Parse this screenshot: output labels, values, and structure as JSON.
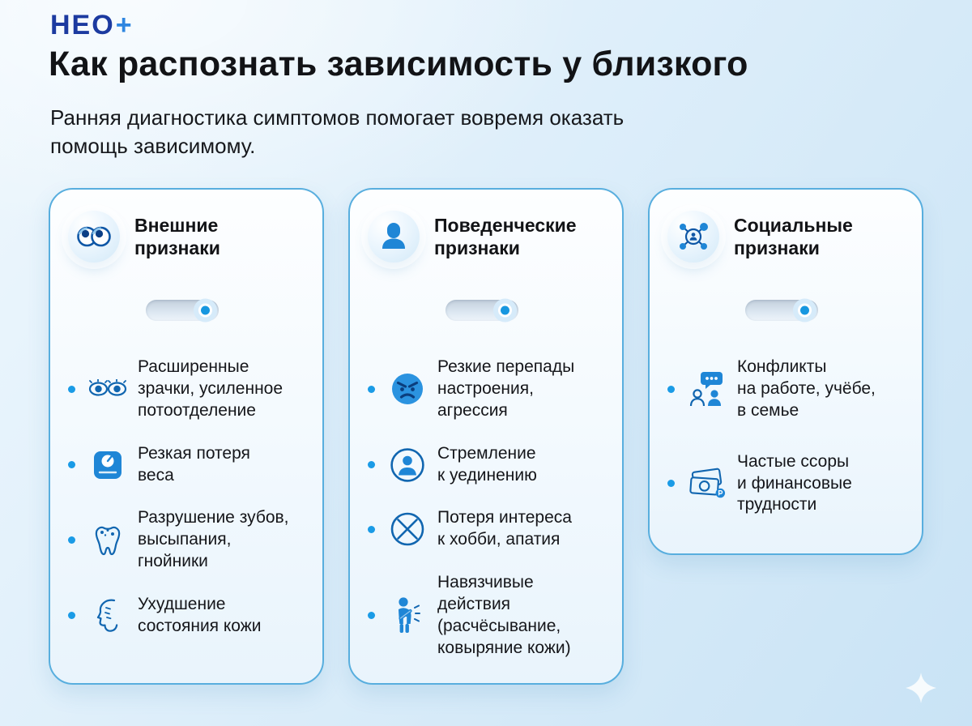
{
  "logo": {
    "main": "НЕО",
    "plus": "+"
  },
  "header": {
    "title": "Как распознать зависимость у близкого",
    "subtitle": "Ранняя диагностика симптомов помогает вовремя оказать\nпомощь зависимому."
  },
  "colors": {
    "accent_blue": "#1a9be6",
    "icon_blue": "#1f86d6",
    "icon_navy": "#0f57a6",
    "card_border": "#58aede",
    "logo_navy": "#1c3aa0",
    "logo_plus_blue": "#2f86e0",
    "text_dark": "#15161a",
    "background_blue": "#d6ebfa"
  },
  "cards": [
    {
      "id": "external-signs",
      "icon": "eyes-icon",
      "title": "Внешние\nпризнаки",
      "toggle_on": true,
      "items": [
        {
          "icon": "dilated-pupils-icon",
          "text": "Расширенные\nзрачки, усиленное\nпотоотделение"
        },
        {
          "icon": "weight-scale-icon",
          "text": "Резкая потеря\nвеса"
        },
        {
          "icon": "tooth-icon",
          "text": "Разрушение зубов,\nвысыпания,\nгнойники"
        },
        {
          "icon": "face-skin-icon",
          "text": "Ухудшение\nсостояния кожи"
        }
      ]
    },
    {
      "id": "behavioral-signs",
      "icon": "person-icon",
      "title": "Поведенческие\nпризнаки",
      "toggle_on": true,
      "items": [
        {
          "icon": "angry-face-icon",
          "text": "Резкие перепады\nнастроения,\nагрессия"
        },
        {
          "icon": "solitude-person-icon",
          "text": "Стремление\nк уединению"
        },
        {
          "icon": "crossed-circle-icon",
          "text": "Потеря интереса\nк хобби, апатия"
        },
        {
          "icon": "scratching-person-icon",
          "text": "Навязчивые\nдействия\n(расчёсывание,\nковыряние кожи)"
        }
      ]
    },
    {
      "id": "social-signs",
      "icon": "network-icon",
      "title": "Социальные\nпризнаки",
      "toggle_on": true,
      "items": [
        {
          "icon": "conflict-people-icon",
          "text": "Конфликты\nна работе, учёбе,\nв семье"
        },
        {
          "icon": "money-icon",
          "text": "Частые ссоры\nи финансовые\nтрудности"
        }
      ]
    }
  ]
}
